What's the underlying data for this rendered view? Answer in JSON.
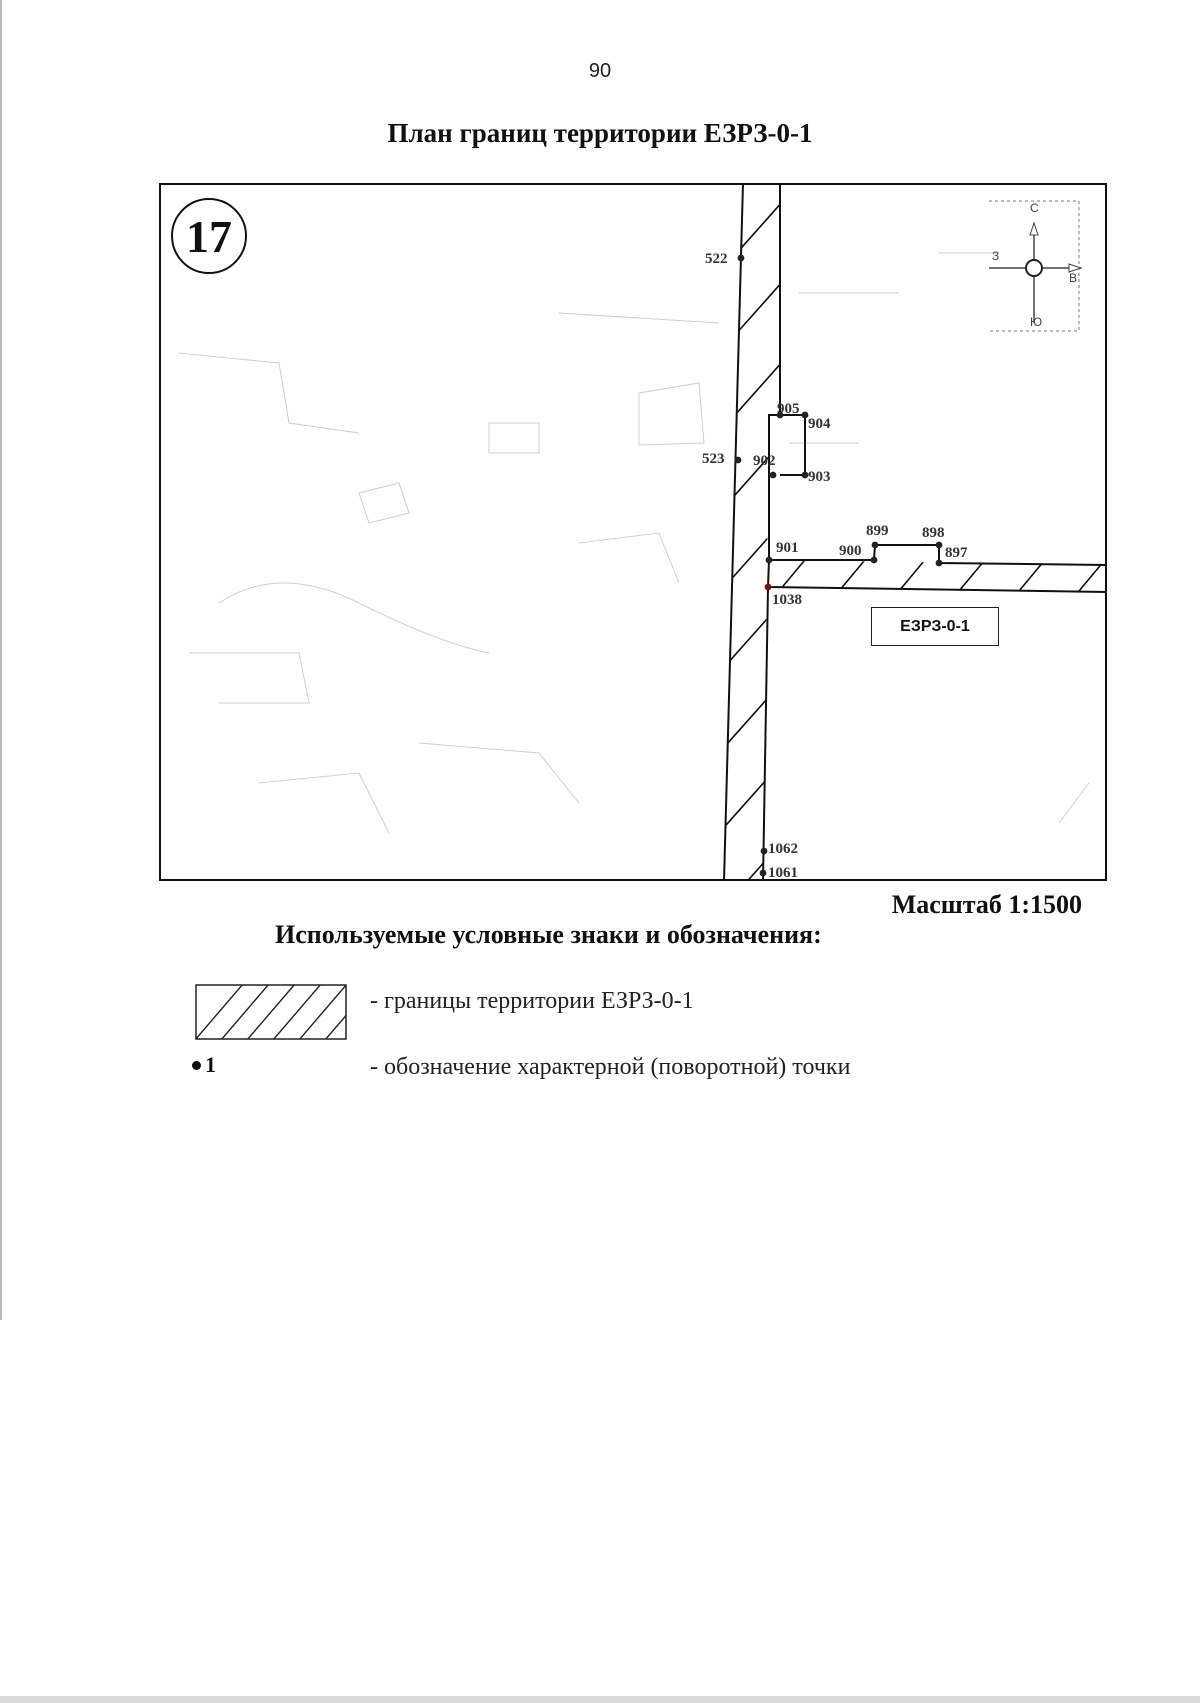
{
  "page_number": "90",
  "title": "План границ территории ЕЗРЗ-0-1",
  "sheet_number": "17",
  "zone_label": "ЕЗРЗ-0-1",
  "compass": {
    "north": "С",
    "south": "Ю",
    "west": "З",
    "east": "В"
  },
  "points": [
    {
      "id": "522"
    },
    {
      "id": "523"
    },
    {
      "id": "905"
    },
    {
      "id": "904"
    },
    {
      "id": "902"
    },
    {
      "id": "903"
    },
    {
      "id": "901"
    },
    {
      "id": "900"
    },
    {
      "id": "899"
    },
    {
      "id": "898"
    },
    {
      "id": "897"
    },
    {
      "id": "1038"
    },
    {
      "id": "1062"
    },
    {
      "id": "1061"
    }
  ],
  "scale": "Масштаб 1:1500",
  "legend": {
    "title": "Используемые условные знаки и обозначения:",
    "boundary_text": "- границы территории ЕЗРЗ-0-1",
    "point_symbol": "1",
    "point_text": "- обозначение характерной (поворотной) точки"
  },
  "colors": {
    "point_marker": "#222222",
    "point_marker_accent": "#7a1010",
    "line": "#111111"
  }
}
